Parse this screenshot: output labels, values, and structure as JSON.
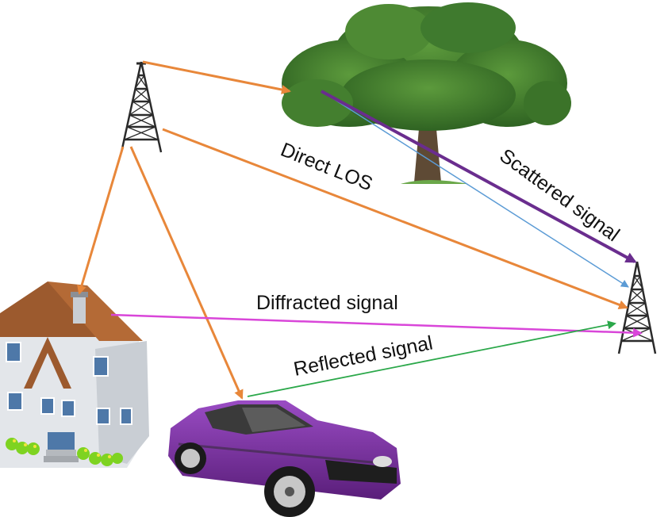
{
  "diagram": {
    "labels": {
      "direct": "Direct LOS",
      "scattered": "Scattered signal",
      "diffracted": "Diffracted signal",
      "reflected": "Reflected  signal"
    },
    "colors": {
      "primary_path": "#E8873A",
      "scattered": "#6A2D8E",
      "scattered_thin": "#5B9BD5",
      "diffracted": "#D946D9",
      "reflected": "#2BA84A",
      "tower": "#2b2b2b",
      "tree_foliage": "#3F7A2E",
      "car_body": "#7B2FA0",
      "house_roof": "#9C5A2E",
      "house_wall": "#E3E6EA"
    },
    "icons": [
      "transmitter-tower-icon",
      "receiver-tower-icon",
      "tree-icon",
      "house-icon",
      "car-icon"
    ]
  }
}
